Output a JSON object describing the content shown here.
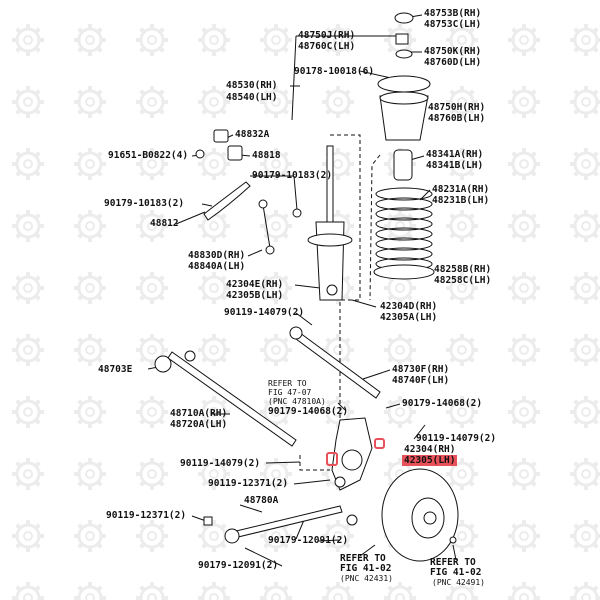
{
  "colors": {
    "line": "#111111",
    "highlight": "#e8505a",
    "watermark": "#ececec",
    "background": "#ffffff"
  },
  "watermark_icon": "gear-logo-icon",
  "labels": {
    "p48753b": "48753B(RH)",
    "p48753c": "48753C(LH)",
    "p48750j": "48750J(RH)",
    "p48760c": "48760C(LH)",
    "p48750k": "48750K(RH)",
    "p48760d": "48760D(LH)",
    "p90178": "90178-10018(6)",
    "p48530": "48530(RH)",
    "p48540": "48540(LH)",
    "p48750h": "48750H(RH)",
    "p48760b": "48760B(LH)",
    "p48832a": "48832A",
    "p91651": "91651-B0822(4)",
    "p48818": "48818",
    "p48341a": "48341A(RH)",
    "p48341b": "48341B(LH)",
    "p90179_10183a": "90179-10183(2)",
    "p48231a": "48231A(RH)",
    "p48231b": "48231B(LH)",
    "p90179_10183b": "90179-10183(2)",
    "p48812": "48812",
    "p48830d": "48830D(RH)",
    "p48840a": "48840A(LH)",
    "p48258b": "48258B(RH)",
    "p48258c": "48258C(LH)",
    "p42304e": "42304E(RH)",
    "p42305b": "42305B(LH)",
    "p42304d": "42304D(RH)",
    "p42305a": "42305A(LH)",
    "p90119_14079a": "90119-14079(2)",
    "p48703e": "48703E",
    "p48730f": "48730F(RH)",
    "p48740f": "48740F(LH)",
    "refer1_line1": "REFER TO",
    "refer1_line2": "FIG 47-07",
    "refer1_line3": "(PNC 47810A)",
    "p90179_14068a": "90179-14068(2)",
    "p90179_14068b": "90179-14068(2)",
    "p48710a": "48710A(RH)",
    "p48720a": "48720A(LH)",
    "p90119_14079b": "90119-14079(2)",
    "p42304": "42304(RH)",
    "p42305": "42305(LH)",
    "p90119_14079c": "90119-14079(2)",
    "p90119_12371a": "90119-12371(2)",
    "p48780a": "48780A",
    "p90119_12371b": "90119-12371(2)",
    "p90179_12091a": "90179-12091(2)",
    "p90179_12091b": "90179-12091(2)",
    "refer2_line1": "REFER TO",
    "refer2_line2": "FIG 41-02",
    "refer2_line3": "(PNC 42431)",
    "refer3_line1": "REFER TO",
    "refer3_line2": "FIG 41-02",
    "refer3_line3": "(PNC 42491)"
  }
}
